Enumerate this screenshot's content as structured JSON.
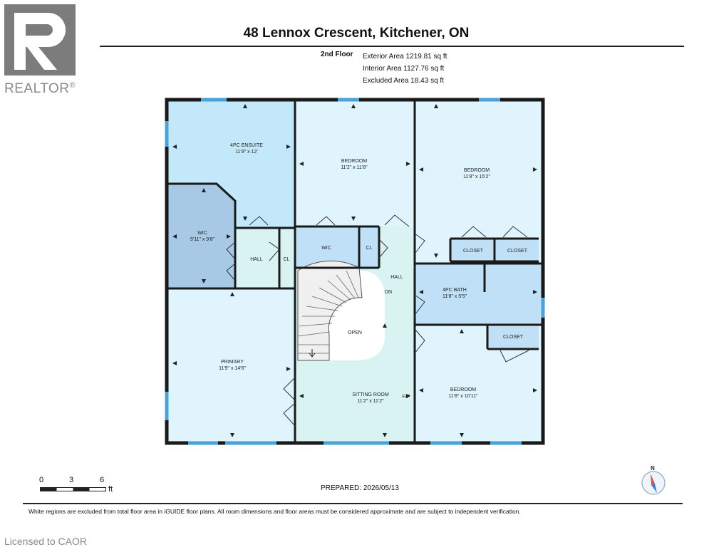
{
  "brand": {
    "wordmark": "REALTOR",
    "registered": "®"
  },
  "header": {
    "title": "48 Lennox Crescent, Kitchener, ON"
  },
  "floor": {
    "name": "2nd Floor",
    "exterior_area": "Exterior Area 1219.81 sq ft",
    "interior_area": "Interior Area 1127.76 sq ft",
    "excluded_area": "Excluded Area 18.43 sq ft"
  },
  "rooms": {
    "ensuite": {
      "name": "4PC ENSUITE",
      "dims": "11'9\" x 12'"
    },
    "bedroom1": {
      "name": "BEDROOM",
      "dims": "11'2\" x 11'8\""
    },
    "bedroom2": {
      "name": "BEDROOM",
      "dims": "11'8\" x 15'2\""
    },
    "wic1": {
      "name": "WIC",
      "dims": "5'11\" x 9'8\""
    },
    "hall1": {
      "name": "HALL"
    },
    "cl1": {
      "name": "CL"
    },
    "wic2": {
      "name": "WIC"
    },
    "cl2": {
      "name": "CL"
    },
    "hall2": {
      "name": "HALL"
    },
    "dn": {
      "name": "DN"
    },
    "closet1": {
      "name": "CLOSET"
    },
    "closet2": {
      "name": "CLOSET"
    },
    "bath": {
      "name": "4PC BATH",
      "dims": "11'8\" x 5'5\""
    },
    "open": {
      "name": "OPEN"
    },
    "closet3": {
      "name": "CLOSET"
    },
    "primary": {
      "name": "PRIMARY",
      "dims": "11'9\" x 14'6\""
    },
    "sitting": {
      "name": "SITTING ROOM",
      "dims": "11'2\" x 11'2\""
    },
    "fp": {
      "name": "F/P"
    },
    "bedroom3": {
      "name": "BEDROOM",
      "dims": "11'8\" x 10'11\""
    }
  },
  "scale": {
    "t0": "0",
    "t3": "3",
    "t6": "6",
    "unit": "ft"
  },
  "prepared": "PREPARED: 2026/05/13",
  "compass": {
    "north": "N"
  },
  "disclaimer": "White regions are excluded from total floor area in iGUIDE floor plans. All room dimensions and floor areas must be considered approximate and are subject to independent verification.",
  "licensed": "Licensed to CAOR",
  "colors": {
    "room_light": "#dff4fd",
    "room_mid": "#c2e8fa",
    "room_bath": "#bfe0f6",
    "room_wic": "#a8c9e6",
    "room_sitting": "#d8f3f2",
    "wall": "#1a1a1a",
    "window": "#4aa3d6"
  }
}
